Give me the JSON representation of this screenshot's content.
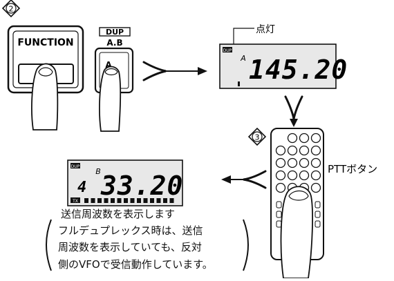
{
  "step_markers": {
    "step2": "2",
    "step3": "3"
  },
  "function_key": {
    "label": "FUNCTION"
  },
  "dup_key": {
    "top_label": "DUP",
    "bottom_label": "A.B",
    "key_label": "A"
  },
  "display_top": {
    "badge": "DUP",
    "vfo": "A",
    "frequency": "145.20",
    "callout": "点灯"
  },
  "display_bottom": {
    "badge": "DUP",
    "vfo": "B",
    "digit_prefix": "4",
    "frequency": "33.20",
    "tx_badge": "TX"
  },
  "keypad": {
    "label": "PTTボタン"
  },
  "caption": {
    "main": "送信周波数を表示します",
    "note_lines": [
      "フルデュプレックス時は、送信",
      "周波数を表示していても、反対",
      "側のVFOで受信動作しています。"
    ]
  },
  "icons": [
    "finger-icon",
    "arrow-right-icon",
    "arrow-down-icon",
    "arrow-left-icon"
  ],
  "colors": {
    "ink": "#111111",
    "paper": "#ffffff",
    "lcd": "#e8e8e8"
  }
}
